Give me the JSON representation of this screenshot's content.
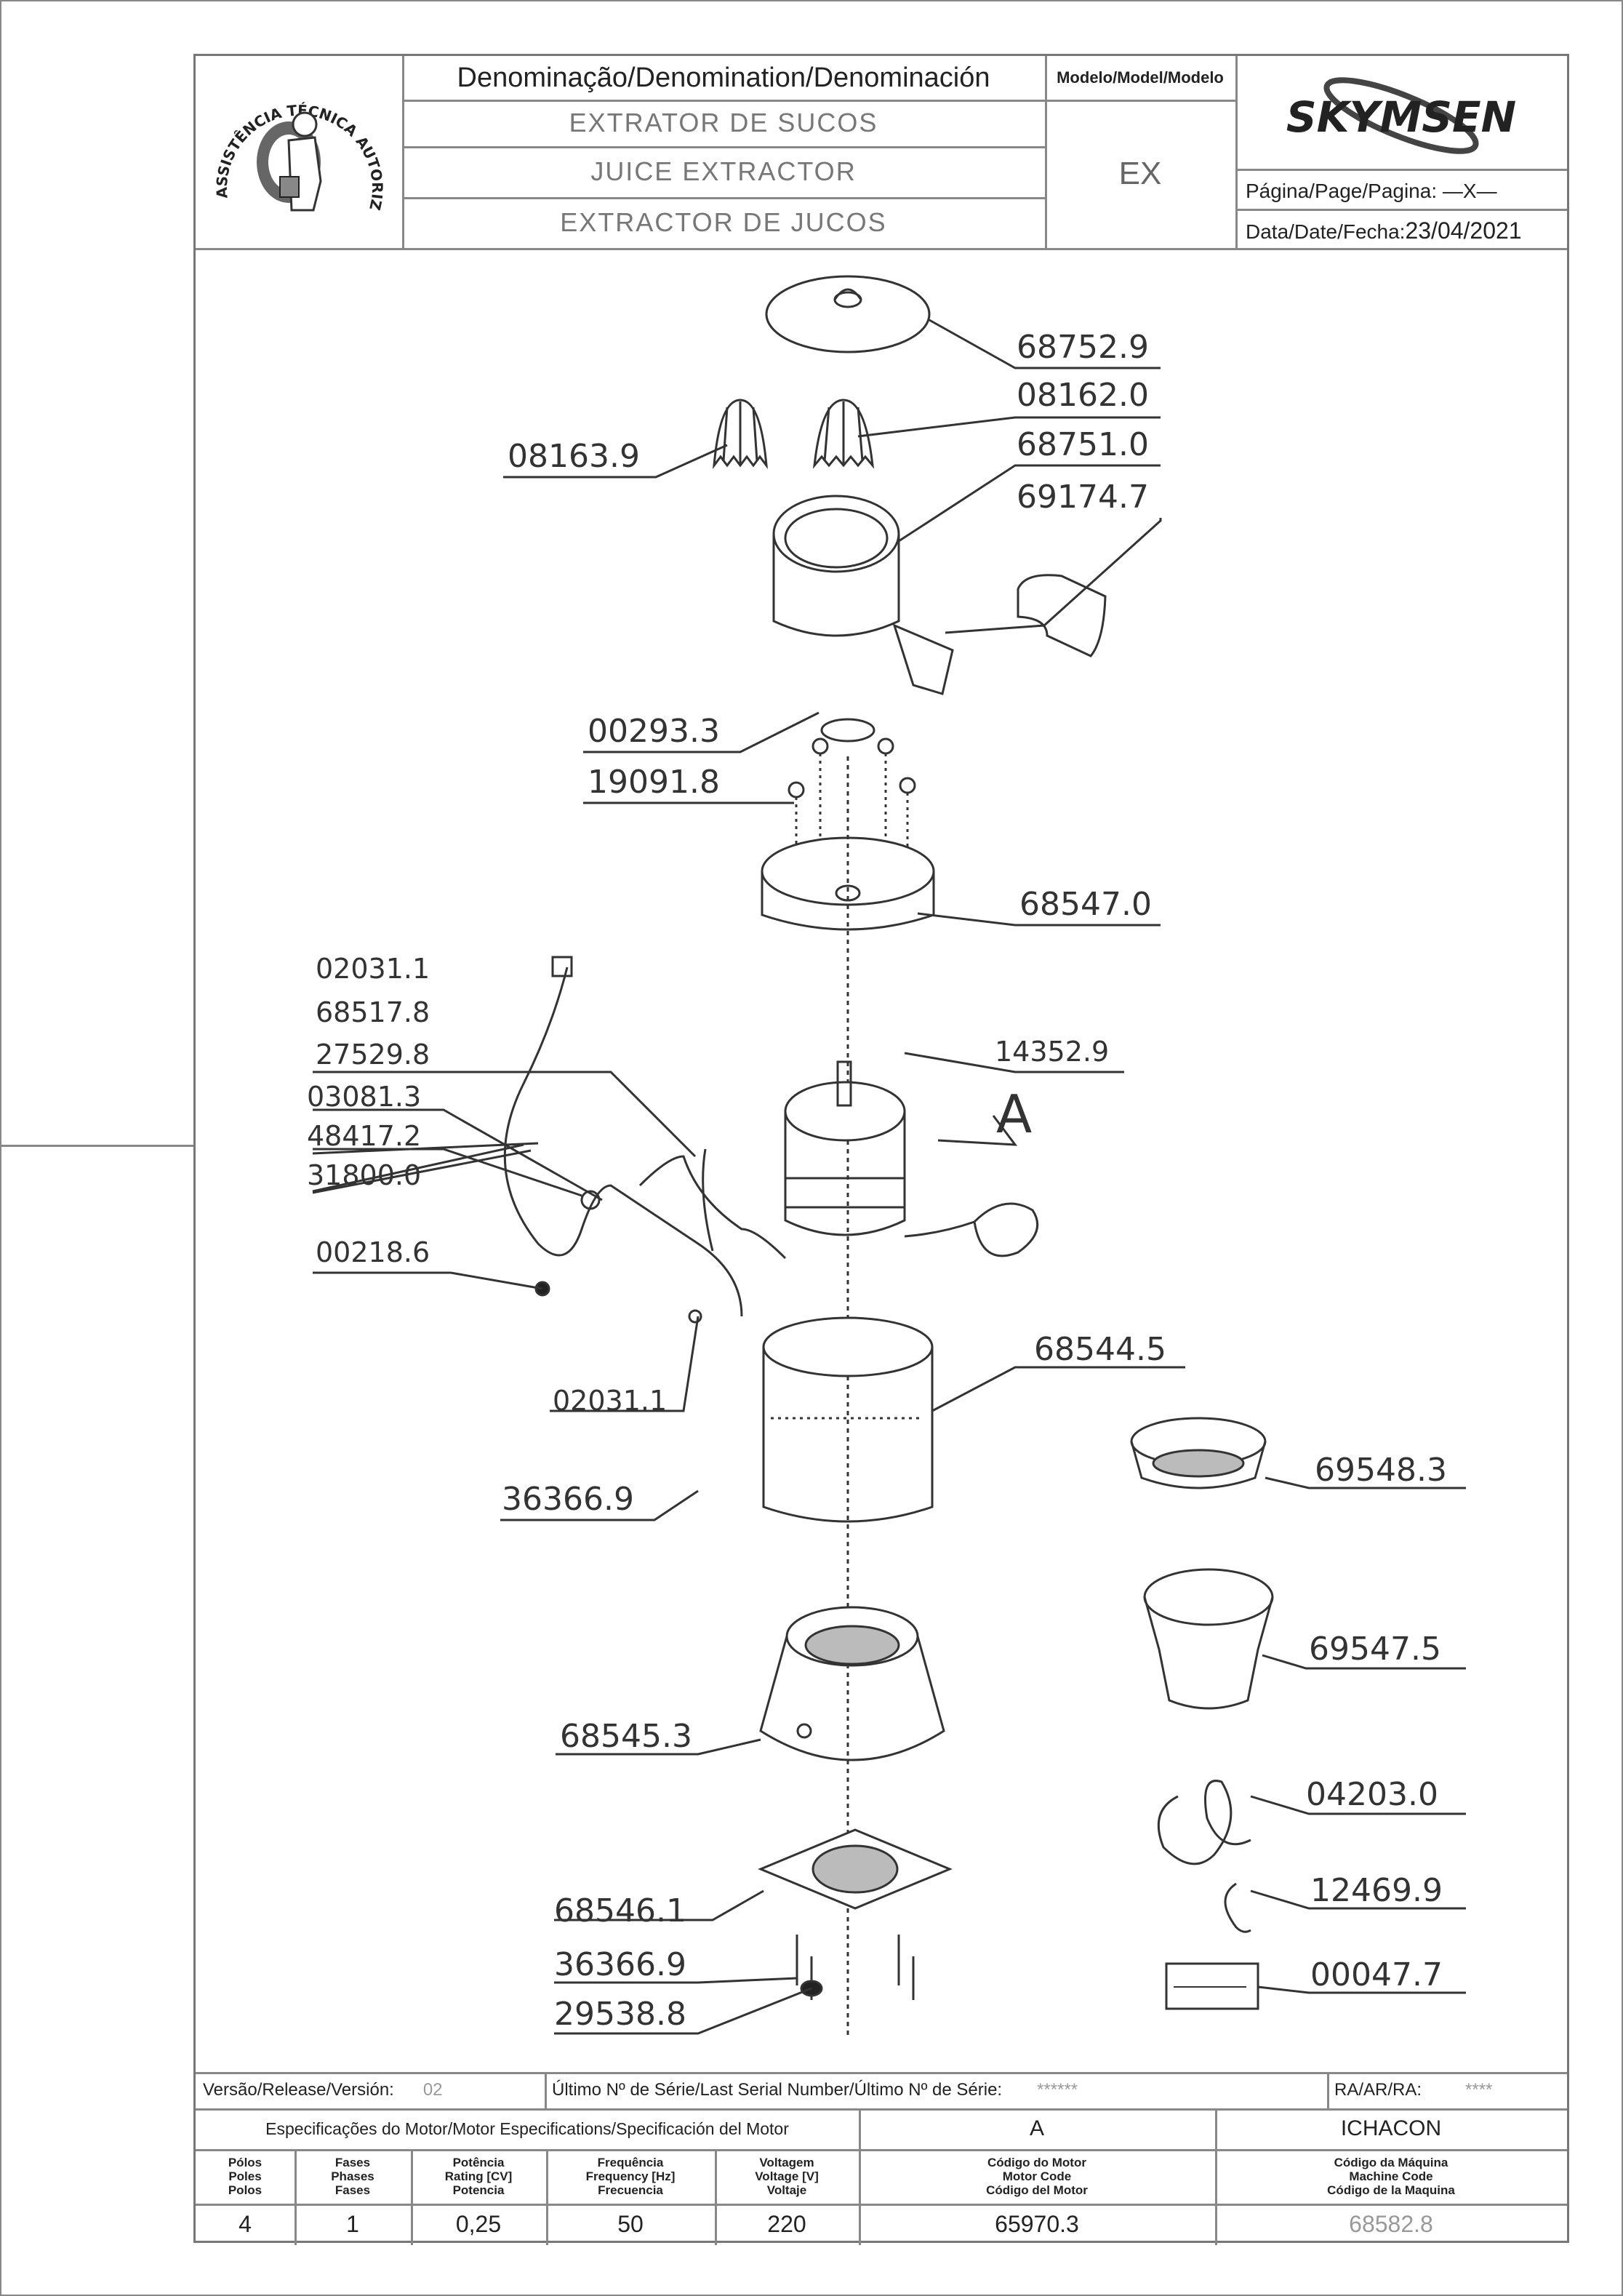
{
  "header": {
    "denomination_label": "Denominação/Denomination/Denominación",
    "name_pt": "EXTRATOR DE SUCOS",
    "name_en": "JUICE EXTRACTOR",
    "name_es": "EXTRACTOR DE JUCOS",
    "model_label": "Modelo/Model/Modelo",
    "model_value": "EX",
    "brand": "SKYMSEN",
    "page_label": "Página/Page/Pagina:",
    "page_value": "—X—",
    "date_label": "Data/Date/Fecha:",
    "date_value": "23/04/2021",
    "seal_text_top": "ASSISTÊNCIA TÉCNICA AUTORIZADA"
  },
  "parts": [
    {
      "id": "68752.9"
    },
    {
      "id": "08162.0"
    },
    {
      "id": "08163.9"
    },
    {
      "id": "68751.0"
    },
    {
      "id": "69174.7"
    },
    {
      "id": "00293.3"
    },
    {
      "id": "19091.8"
    },
    {
      "id": "68547.0"
    },
    {
      "id": "02031.1"
    },
    {
      "id": "68517.8"
    },
    {
      "id": "27529.8"
    },
    {
      "id": "03081.3"
    },
    {
      "id": "48417.2"
    },
    {
      "id": "31800.0"
    },
    {
      "id": "14352.9"
    },
    {
      "id": "00218.6"
    },
    {
      "id": "68544.5"
    },
    {
      "id": "02031.1"
    },
    {
      "id": "69548.3"
    },
    {
      "id": "36366.9"
    },
    {
      "id": "69547.5"
    },
    {
      "id": "68545.3"
    },
    {
      "id": "04203.0"
    },
    {
      "id": "68546.1"
    },
    {
      "id": "12469.9"
    },
    {
      "id": "36366.9"
    },
    {
      "id": "00047.7"
    },
    {
      "id": "29538.8"
    }
  ],
  "motor_callout": "A",
  "footer": {
    "version_label": "Versão/Release/Versión:",
    "version_value": "02",
    "serial_label": "Último Nº de Série/Last Serial Number/Último Nº de Série:",
    "serial_value": "******",
    "ra_label": "RA/AR/RA:",
    "ra_value": "****",
    "motor_spec_label": "Especificações do Motor/Motor Especifications/Specificación del Motor",
    "motor_ref": "A",
    "author": "ICHACON",
    "col_poles": "Pólos\nPoles\nPolos",
    "col_phases": "Fases\nPhases\nFases",
    "col_power": "Potência\nRating [CV]\nPotencia",
    "col_freq": "Frequência\nFrequency [Hz]\nFrecuencia",
    "col_voltage": "Voltagem\nVoltage [V]\nVoltaje",
    "col_motor_code": "Código do Motor\nMotor Code\nCódigo del Motor",
    "col_machine_code": "Código da Máquina\nMachine Code\nCódigo de la Maquina",
    "poles": "4",
    "phases": "1",
    "power": "0,25",
    "freq": "50",
    "voltage": "220",
    "motor_code": "65970.3",
    "machine_code": "68582.8"
  }
}
